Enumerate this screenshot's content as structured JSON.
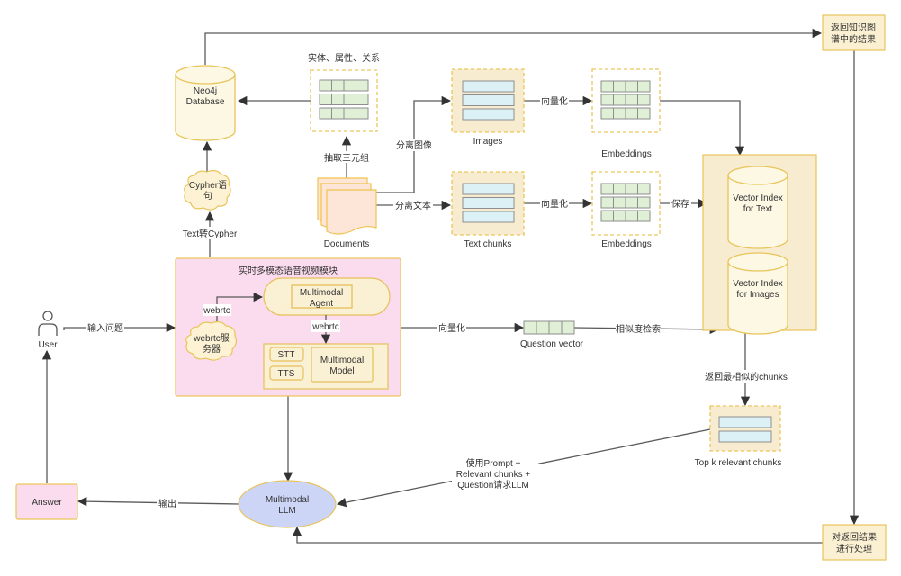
{
  "nodes": {
    "neo4j": {
      "line1": "Neo4j",
      "line2": "Database"
    },
    "triples": {
      "title": "实体、属性、关系"
    },
    "kg_result": {
      "line1": "返回知识图",
      "line2": "谱中的结果"
    },
    "images": {
      "label": "Images"
    },
    "text_chunks": {
      "label": "Text chunks"
    },
    "embeddings_images": {
      "label": "Embeddings"
    },
    "embeddings_text": {
      "label": "Embeddings"
    },
    "vector_text": {
      "line1": "Vector Index",
      "line2": "for Text"
    },
    "vector_images": {
      "line1": "Vector Index",
      "line2": "for Images"
    },
    "documents": {
      "label": "Documents"
    },
    "cypher": {
      "line1": "Cypher语",
      "line2": "句"
    },
    "realtime_module": {
      "title": "实时多模态语音视频模块",
      "agent": {
        "line1": "Multimodal",
        "line2": "Agent"
      },
      "webrtc_server": {
        "line1": "webrtc服",
        "line2": "务器"
      },
      "stt": "STT",
      "tts": "TTS",
      "model": {
        "line1": "Multimodal",
        "line2": "Model"
      }
    },
    "user": {
      "label": "User"
    },
    "question_vector": {
      "label": "Question vector"
    },
    "top_k": {
      "label": "Top k relevant chunks"
    },
    "llm": {
      "line1": "Multimodal",
      "line2": "LLM"
    },
    "answer": {
      "label": "Answer"
    },
    "process_result": {
      "line1": "对返回结果",
      "line2": "进行处理"
    }
  },
  "edges": {
    "extract_triples": "抽取三元组",
    "split_images": "分离图像",
    "split_text": "分离文本",
    "vectorize_images": "向量化",
    "vectorize_text": "向量化",
    "save": "保存",
    "text_to_cypher": "Text转Cypher",
    "webrtc_up": "webrtc",
    "webrtc_down": "webrtc",
    "input_question": "输入问题",
    "vectorize_question": "向量化",
    "similarity_search": "相似度检索",
    "return_similar": "返回最相似的chunks",
    "prompt_line1": "使用Prompt +",
    "prompt_line2": "Relevant chunks +",
    "prompt_line3": "Question请求LLM",
    "output": "输出"
  },
  "colors": {
    "edge": "#5a5a5a",
    "yellow_stroke": "#e8c45a",
    "pink_fill": "#fbdcee",
    "llm_fill": "#cdd5f7",
    "green_cell": "#dff0d6",
    "blue_bar": "#dcf1f6"
  }
}
